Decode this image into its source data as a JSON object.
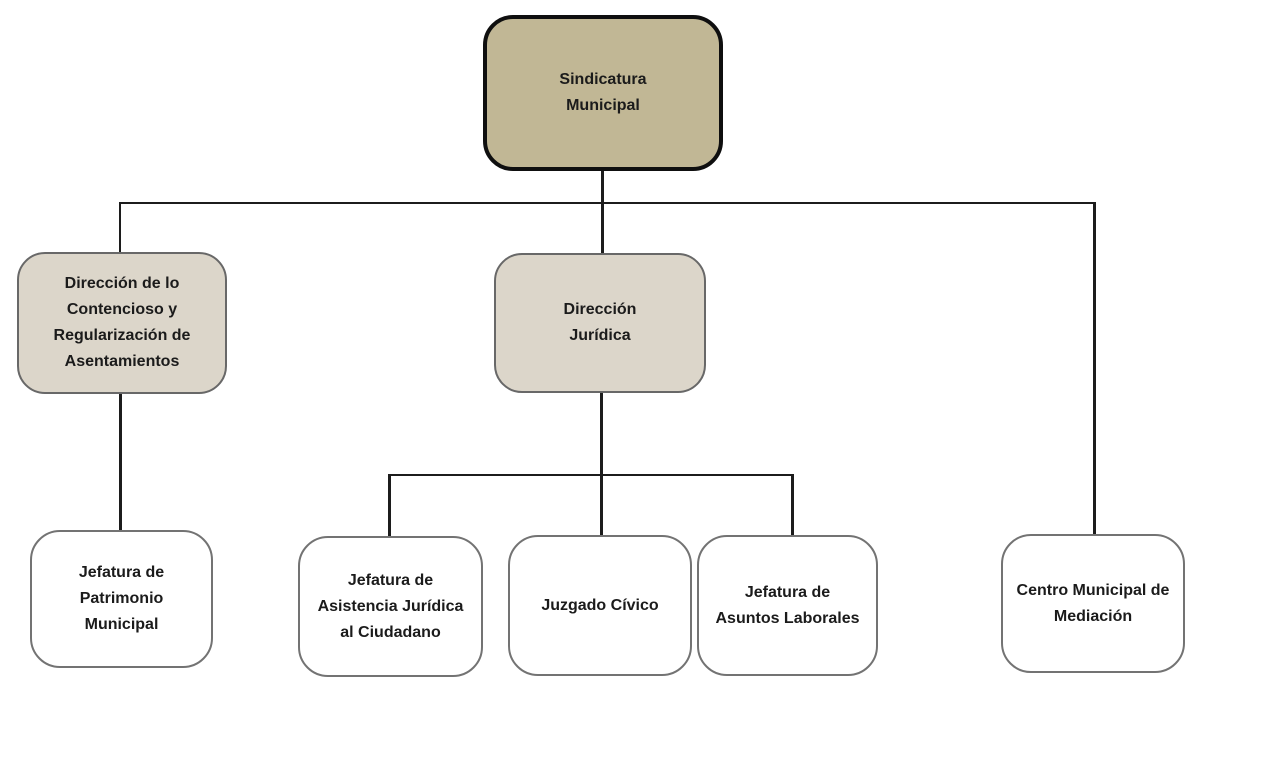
{
  "colors": {
    "background": "#ffffff",
    "root_fill": "#c1b795",
    "root_border": "#0f0f0f",
    "level2_fill": "#dcd6ca",
    "level2_border": "#686868",
    "level3_fill": "#ffffff",
    "level3_border": "#737373",
    "line": "#1c1c1c",
    "text": "#1b1b1b"
  },
  "org_chart": {
    "root": {
      "label": "Sindicatura\nMunicipal"
    },
    "level2": [
      {
        "label": "Dirección de lo\nContencioso y\nRegularización de\nAsentamientos"
      },
      {
        "label": "Dirección\nJurídica"
      }
    ],
    "level3": [
      {
        "label": "Jefatura de\nPatrimonio\nMunicipal"
      },
      {
        "label": "Jefatura de\nAsistencia Jurídica\nal Ciudadano"
      },
      {
        "label": "Juzgado Cívico"
      },
      {
        "label": "Jefatura de\nAsuntos Laborales"
      },
      {
        "label": "Centro Municipal de\nMediación"
      }
    ]
  }
}
